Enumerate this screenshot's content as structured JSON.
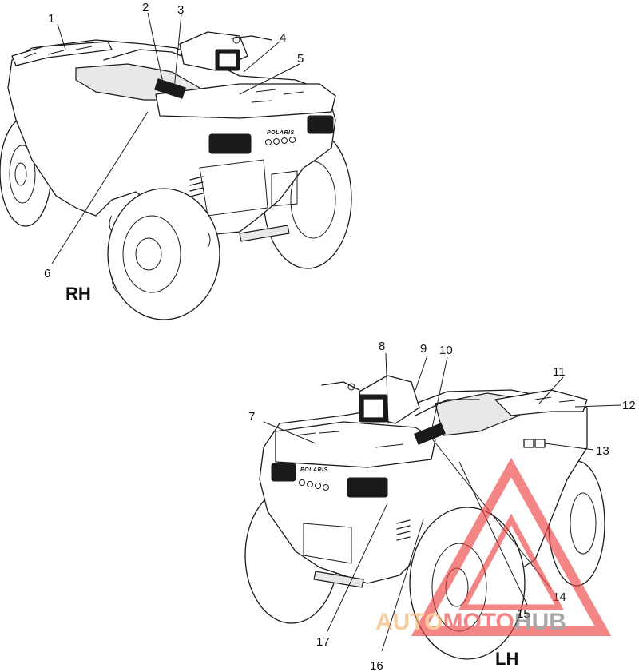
{
  "views": {
    "rh": {
      "label": "RH"
    },
    "lh": {
      "label": "LH"
    }
  },
  "brand_on_grille": "POLARIS",
  "callouts": {
    "c1": "1",
    "c2": "2",
    "c3": "3",
    "c4": "4",
    "c5": "5",
    "c6": "6",
    "c7": "7",
    "c8": "8",
    "c9": "9",
    "c10": "10",
    "c11": "11",
    "c12": "12",
    "c13": "13",
    "c14": "14",
    "c15": "15",
    "c16": "16",
    "c17": "17"
  },
  "watermark": {
    "part1": "AUTO",
    "part2": "MOTO",
    "part3": "HUB",
    "colors": {
      "auto": "#f4b36b",
      "moto": "#ee4444",
      "hub": "#7a7a7a",
      "triangle": "#ee4444"
    }
  }
}
